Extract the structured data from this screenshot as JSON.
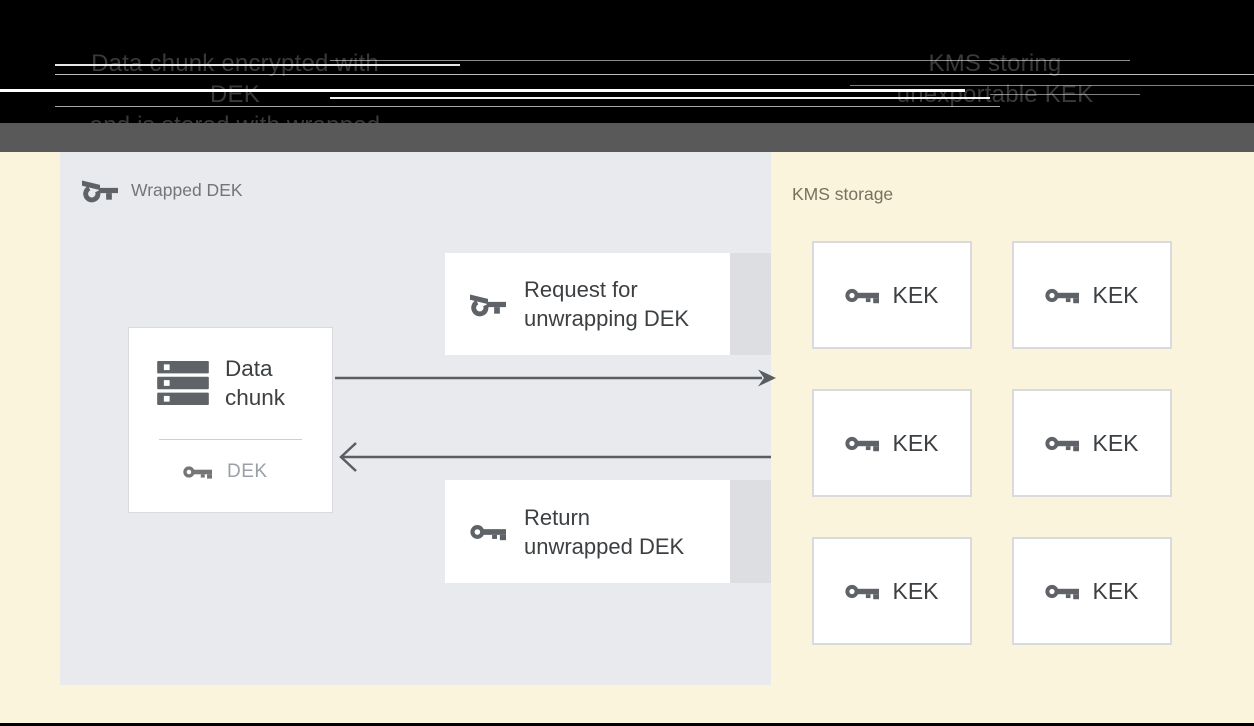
{
  "header": {
    "left_caption": {
      "line1": "Data chunk encrypted with DEK",
      "line2": "and is stored with wrapped DEK"
    },
    "right_caption": {
      "line1": "KMS storing",
      "line2": "unexportable KEK"
    }
  },
  "dek_panel": {
    "title": "Wrapped DEK",
    "title_icon": "wrapped-key-icon",
    "data_chunk_box": {
      "label": "Data chunk",
      "label_icon": "storage-icon",
      "key_label": "DEK",
      "key_icon": "key-icon"
    },
    "request_box": {
      "label": "Request for unwrapping DEK",
      "icon": "wrapped-key-icon"
    },
    "return_box": {
      "label": "Return unwrapped DEK",
      "icon": "key-icon"
    }
  },
  "kms_area": {
    "title": "KMS storage",
    "kek_icon": "key-icon",
    "kek_boxes": [
      {
        "label": "KEK"
      },
      {
        "label": "KEK"
      },
      {
        "label": "KEK"
      },
      {
        "label": "KEK"
      },
      {
        "label": "KEK"
      },
      {
        "label": "KEK"
      }
    ]
  },
  "colors": {
    "header_bg": "#000000",
    "band_bg": "#595959",
    "page_bg": "#FBF4DC",
    "panel_bg": "#E8EAED",
    "box_bg": "#FFFFFF",
    "box_border": "#D8DADD",
    "shadow_strip": "#DCDEE1",
    "icon_gray": "#5F6368",
    "arrow_gray": "#5A5D61",
    "text_dark": "#3C4043",
    "text_gray": "#757575",
    "text_light": "#9AA0A6",
    "caption_text": "#3A3A3A",
    "kms_title_text": "#77705F",
    "divider": "#CDD0D3",
    "bottom_line": "#000000"
  }
}
